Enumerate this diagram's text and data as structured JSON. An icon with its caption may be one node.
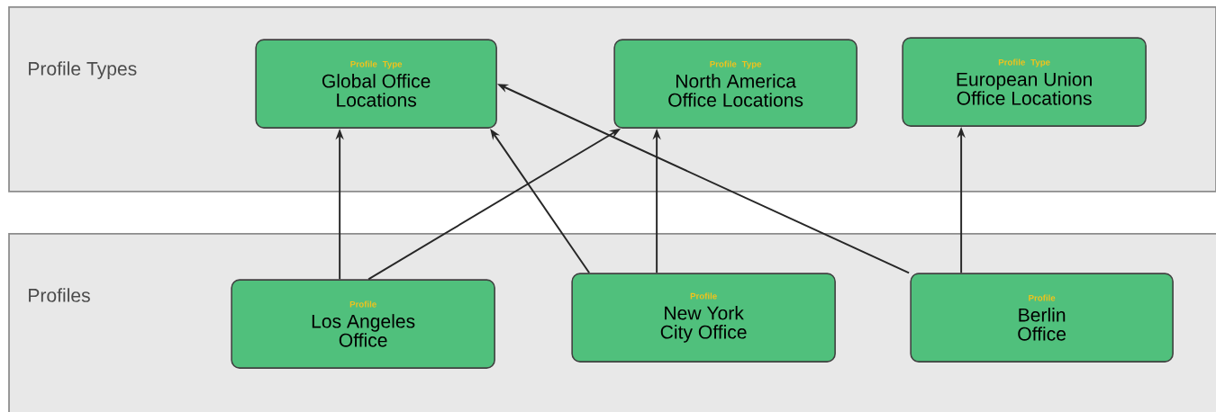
{
  "diagram": {
    "nodes": [
      {
        "text": [
          "Profile Types"
        ]
      },
      {
        "text": [
          "Profile Type",
          "Global Office Locations"
        ],
        "in": 0
      },
      {
        "text": [
          "Profile Type",
          "North America Office Locations"
        ],
        "in": 0
      },
      {
        "text": [
          "Profile Type",
          "European Union Office Locations"
        ],
        "in": 0
      },
      {
        "text": [
          "Profiles"
        ]
      },
      {
        "text": [
          "Profile",
          "Los Angeles Office"
        ],
        "in": 4
      },
      {
        "text": [
          "Profile",
          "New York City Office"
        ],
        "in": 4
      },
      {
        "text": [
          "Profile",
          "Berlin Office"
        ],
        "in": 4
      }
    ],
    "edges": [
      {
        "from": 5,
        "to": 1,
        "arrow": "to"
      },
      {
        "from": 5,
        "to": 2,
        "arrow": "to"
      },
      {
        "from": 6,
        "to": 1,
        "arrow": "to"
      },
      {
        "from": 6,
        "to": 2,
        "arrow": "to"
      },
      {
        "from": 7,
        "to": 1,
        "arrow": "to"
      },
      {
        "from": 7,
        "to": 3,
        "arrow": "to"
      }
    ]
  }
}
